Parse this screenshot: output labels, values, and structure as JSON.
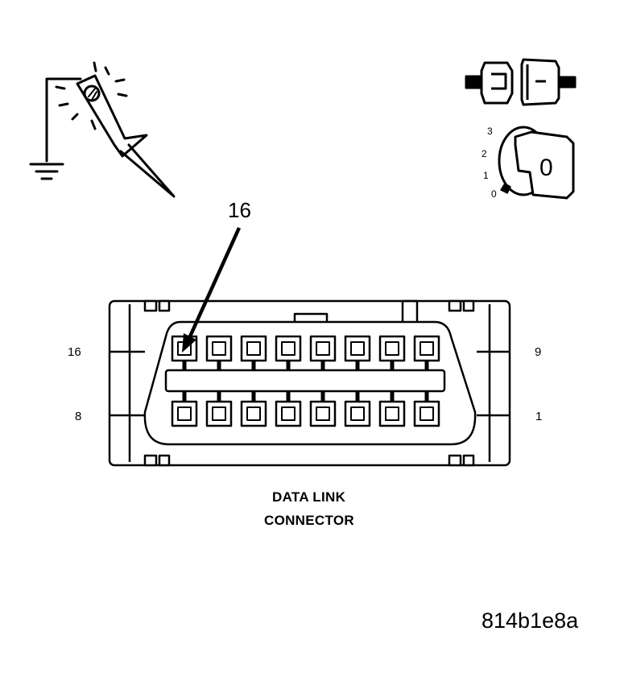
{
  "callout": "16",
  "pin_labels": {
    "top_left": "16",
    "bottom_left": "8",
    "top_right": "9",
    "bottom_right": "1"
  },
  "caption": {
    "line1": "DATA LINK",
    "line2": "CONNECTOR"
  },
  "figure_id": "814b1e8a",
  "ignition_key": {
    "positions": [
      "3",
      "2",
      "1",
      "0"
    ],
    "key_digit": "0"
  },
  "icons": [
    "test-light-probe-icon",
    "ground-symbol-icon",
    "disconnected-connector-icon",
    "ignition-switch-off-icon"
  ],
  "colors": {
    "line": "#000000",
    "background": "#ffffff"
  }
}
